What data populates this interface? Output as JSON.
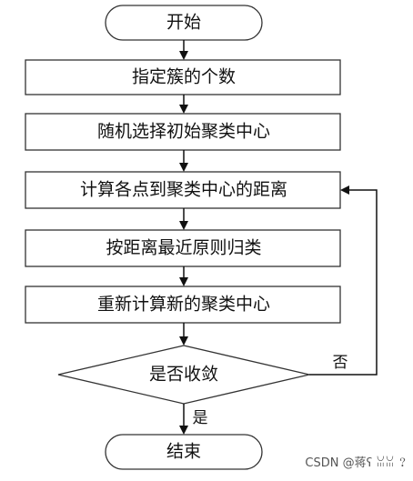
{
  "flowchart": {
    "start": "开始",
    "steps": [
      "指定簇的个数",
      "随机选择初始聚类中心",
      "计算各点到聚类中心的距离",
      "按距离最近原则归类",
      "重新计算新的聚类中心"
    ],
    "decision": "是否收敛",
    "no_label": "否",
    "yes_label": "是",
    "end": "结束"
  },
  "watermark": "CSDN @蒋ʕ ꈍꈍ ？"
}
